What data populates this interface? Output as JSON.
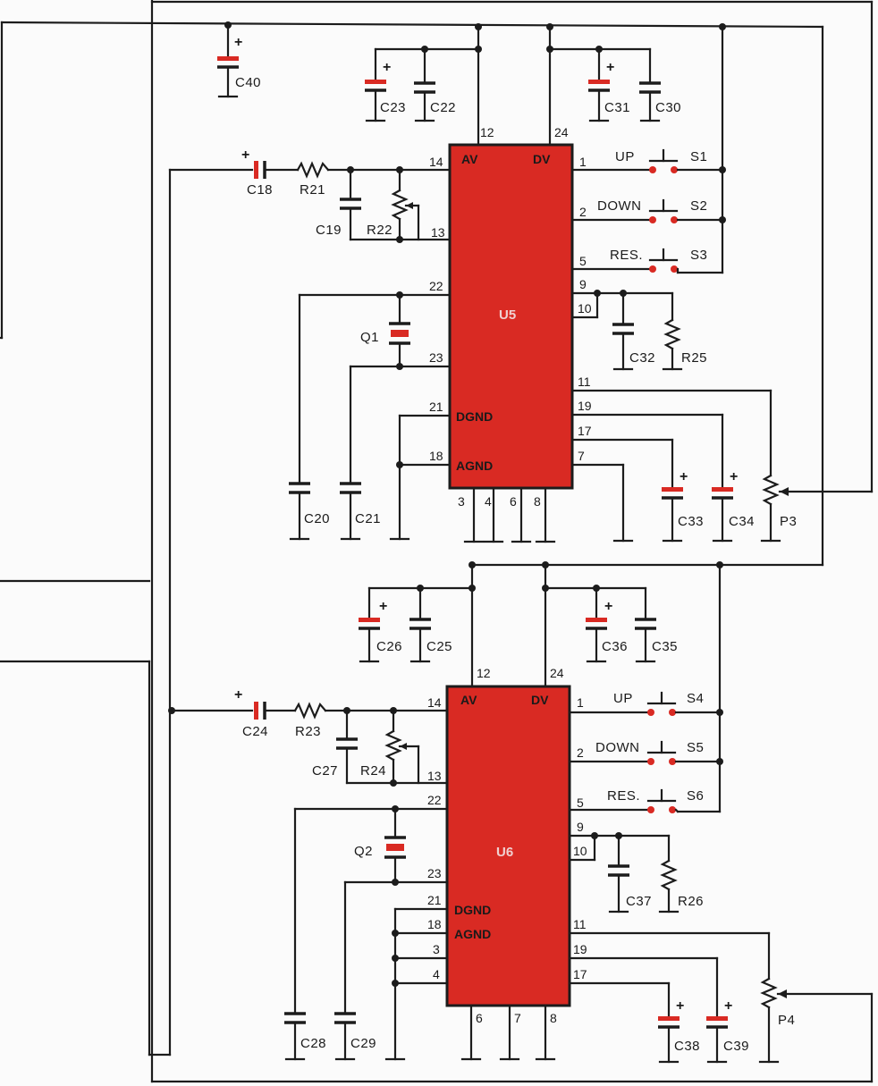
{
  "chips": {
    "u5": {
      "name": "U5",
      "inner": {
        "av": "AV",
        "dv": "DV",
        "dgnd": "DGND",
        "agnd": "AGND"
      },
      "pins": {
        "p12": "12",
        "p24": "24",
        "p14": "14",
        "p13": "13",
        "p22": "22",
        "p23": "23",
        "p21": "21",
        "p18": "18",
        "p1": "1",
        "p2": "2",
        "p5": "5",
        "p9": "9",
        "p10": "10",
        "p11": "11",
        "p19": "19",
        "p17": "17",
        "p7": "7",
        "p3": "3",
        "p4": "4",
        "p6": "6",
        "p8": "8"
      }
    },
    "u6": {
      "name": "U6",
      "inner": {
        "av": "AV",
        "dv": "DV",
        "dgnd": "DGND",
        "agnd": "AGND"
      },
      "pins": {
        "p12": "12",
        "p24": "24",
        "p14": "14",
        "p13": "13",
        "p22": "22",
        "p23": "23",
        "p21": "21",
        "p18": "18",
        "p3": "3",
        "p4": "4",
        "p1": "1",
        "p2": "2",
        "p5": "5",
        "p9": "9",
        "p10": "10",
        "p11": "11",
        "p19": "19",
        "p17": "17",
        "p6": "6",
        "p7": "7",
        "p8": "8"
      }
    }
  },
  "components": {
    "c40": "C40",
    "c23": "C23",
    "c22": "C22",
    "c31": "C31",
    "c30": "C30",
    "c18": "C18",
    "r21": "R21",
    "c19": "C19",
    "r22": "R22",
    "q1": "Q1",
    "c32": "C32",
    "r25": "R25",
    "c20": "C20",
    "c21": "C21",
    "c33": "C33",
    "c34": "C34",
    "p3": "P3",
    "c26": "C26",
    "c25": "C25",
    "c36": "C36",
    "c35": "C35",
    "c24": "C24",
    "r23": "R23",
    "c27": "C27",
    "r24": "R24",
    "q2": "Q2",
    "c37": "C37",
    "r26": "R26",
    "c28": "C28",
    "c29": "C29",
    "c38": "C38",
    "c39": "C39",
    "p4": "P4"
  },
  "switches": {
    "s1": {
      "ref": "S1",
      "label": "UP"
    },
    "s2": {
      "ref": "S2",
      "label": "DOWN"
    },
    "s3": {
      "ref": "S3",
      "label": "RES."
    },
    "s4": {
      "ref": "S4",
      "label": "UP"
    },
    "s5": {
      "ref": "S5",
      "label": "DOWN"
    },
    "s6": {
      "ref": "S6",
      "label": "RES."
    }
  },
  "polarity_mark": "+",
  "colors": {
    "chip": "#d92a23",
    "wire": "#1c1c1c",
    "background": "#fbfbfb",
    "contact": "#d92a23"
  }
}
